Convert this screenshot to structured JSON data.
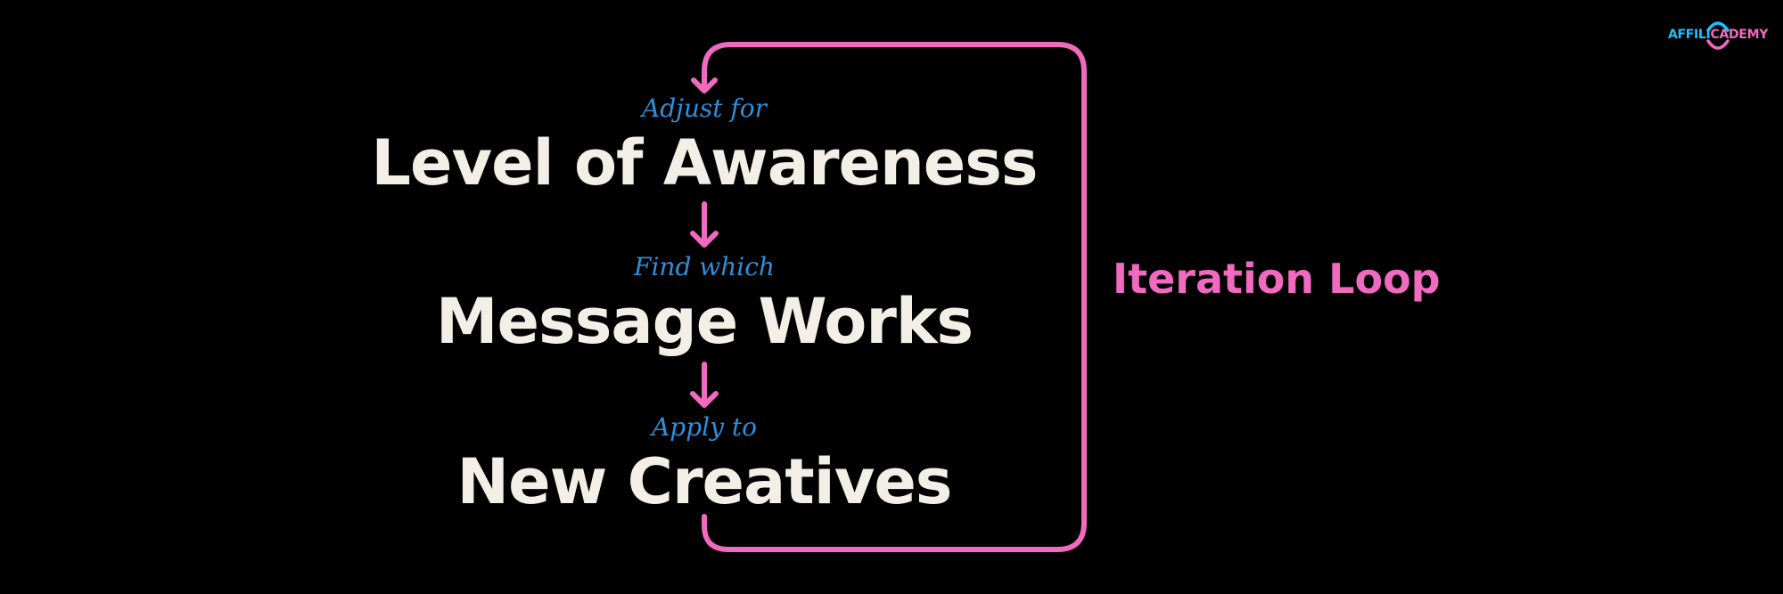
{
  "diagram": {
    "steps": [
      {
        "note": "Adjust for",
        "title": "Level of Awareness"
      },
      {
        "note": "Find which",
        "title": "Message Works"
      },
      {
        "note": "Apply to",
        "title": "New Creatives"
      }
    ],
    "loop_label": "Iteration Loop"
  },
  "logo": {
    "part1": "AFFILI",
    "part2": "CADEMY"
  },
  "colors": {
    "background": "#000000",
    "title": "#f4efe6",
    "note": "#2f8fd8",
    "accent": "#f06ac0",
    "logo_blue": "#1ec0ff"
  }
}
